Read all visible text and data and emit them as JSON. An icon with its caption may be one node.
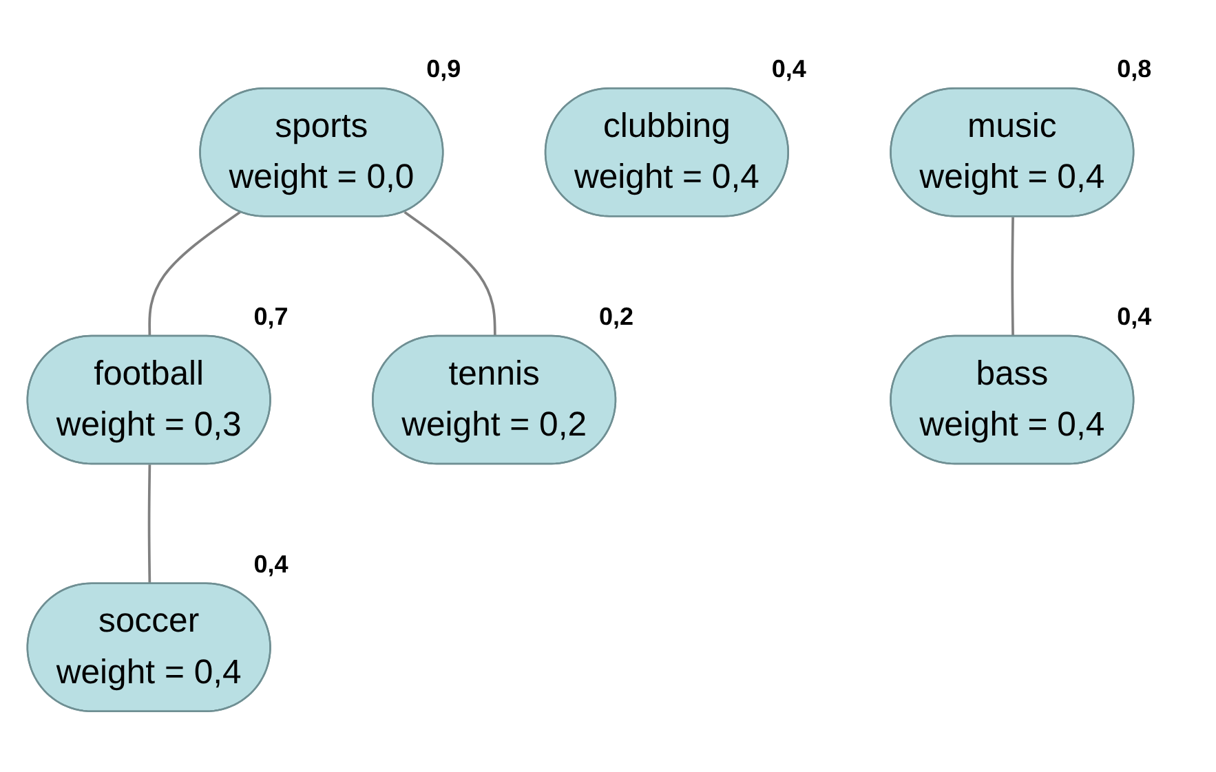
{
  "diagram": {
    "nodes": [
      {
        "text": [
          "sports",
          "weight = 0,0"
        ],
        "beside": [
          "0,9"
        ]
      },
      {
        "text": [
          "clubbing",
          "weight = 0,4"
        ],
        "beside": [
          "0,4"
        ]
      },
      {
        "text": [
          "music",
          "weight = 0,4"
        ],
        "beside": [
          "0,8"
        ]
      },
      {
        "text": [
          "football",
          "weight = 0,3"
        ],
        "beside": [
          "0,7"
        ]
      },
      {
        "text": [
          "tennis",
          "weight = 0,2"
        ],
        "beside": [
          "0,2"
        ]
      },
      {
        "text": [
          "bass",
          "weight = 0,4"
        ],
        "beside": [
          "0,4"
        ]
      },
      {
        "text": [
          "soccer",
          "weight = 0,4"
        ],
        "beside": [
          "0,4"
        ]
      }
    ],
    "edges": [
      {
        "from": 0,
        "to": 3,
        "arrow": "none"
      },
      {
        "from": 0,
        "to": 4,
        "arrow": "none"
      },
      {
        "from": 2,
        "to": 5,
        "arrow": "none"
      },
      {
        "from": 3,
        "to": 6,
        "arrow": "none"
      }
    ]
  }
}
